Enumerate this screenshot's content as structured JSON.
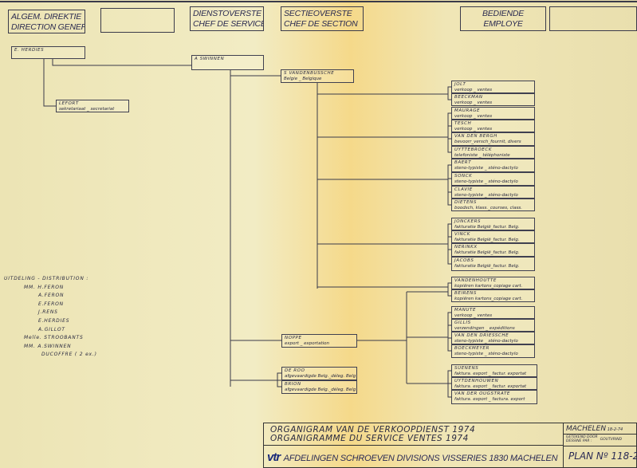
{
  "headers": {
    "direction": [
      "ALGEM. DIREKTIE",
      "DIRECTION GENER"
    ],
    "service": [
      "DIENSTOVERSTE",
      "CHEF DE SERVICE"
    ],
    "section": [
      "SECTIEOVERSTE",
      "CHEF DE SECTION"
    ],
    "employee": [
      "BEDIENDE",
      "EMPLOYE"
    ]
  },
  "people": [
    {
      "name": "E. HERDIES",
      "role": ""
    },
    {
      "name": "LEFORT",
      "role": "sekretariaat _ secretariat"
    },
    {
      "name": "A SWINNEN",
      "role": ""
    },
    {
      "name": "S VANDENBUSSCHE",
      "role": "Belgie _ Belgique"
    },
    {
      "name": "JOLT",
      "role": "verkoop _ ventes"
    },
    {
      "name": "BEECKMAN",
      "role": "verkoop _ ventes"
    },
    {
      "name": "MAURAGE",
      "role": "verkoop _ ventes"
    },
    {
      "name": "TESCH",
      "role": "verkoop _ ventes"
    },
    {
      "name": "VAN DEN BERGH",
      "role": "bevoorr_versch_fournit, divers"
    },
    {
      "name": "UYTTEBROECK",
      "role": "telefoniste _ téléphoniste"
    },
    {
      "name": "BAERT",
      "role": "steno-typiste _ sténo-dactylo"
    },
    {
      "name": "SONCK",
      "role": "steno-typiste _ sténo-dactylo"
    },
    {
      "name": "CLAVIE",
      "role": "steno-typiste _ sténo-dactylo"
    },
    {
      "name": "DIETENS",
      "role": "boodsch, klass._courses, class."
    },
    {
      "name": "JONCKERS",
      "role": "fakturatie België_factur. Belg."
    },
    {
      "name": "VINCK",
      "role": "fakturatie België_factur. Belg."
    },
    {
      "name": "NERINKX",
      "role": "fakturatie België_factur. Belg."
    },
    {
      "name": "JACOBS",
      "role": "fakturatie België_factur. Belg."
    },
    {
      "name": "VANDENHOUTTE",
      "role": "kopiëren kartons_copiage cart."
    },
    {
      "name": "BEIRENS",
      "role": "kopiëren kartons_copiage cart."
    },
    {
      "name": "NOPPE",
      "role": "export _ exportation"
    },
    {
      "name": "DE ROO",
      "role": "afgevaardigde Belg._déleg. Belg"
    },
    {
      "name": "BRION",
      "role": "afgevaardigde Belg._déleg. Belg"
    },
    {
      "name": "MANUTE",
      "role": "verkoop _ ventes"
    },
    {
      "name": "GILLIS",
      "role": "verzendingen _ expéditions"
    },
    {
      "name": "VAN DEN DRIESSCHE",
      "role": "steno-typiste _ sténo-dactylo"
    },
    {
      "name": "BOECKMEYER",
      "role": "steno-typiste _ sténo-dactylo"
    },
    {
      "name": "SUENENS",
      "role": "faktura. export _ factur. exportat"
    },
    {
      "name": "UYTDENHOUWEN",
      "role": "faktura. export _ factur. exportat"
    },
    {
      "name": "VAN DER OUGSTRATE",
      "role": "faktura. export _ factura. export"
    }
  ],
  "distribution": [
    "UITDELING - DISTRIBUTION :",
    "MM. H.FERON",
    "A.FERON",
    "E.FERON",
    "J.RENS",
    "E.HERDIES",
    "A.GILLOT",
    "Melle. STROOBANTS",
    "MM. A.SWINNEN",
    "DUCOFFRE      ( 2 ex.)"
  ],
  "title_block": {
    "title_nl": "ORGANIGRAM VAN DE VERKOOPDIENST 1974",
    "title_fr": "ORGANIGRAMME DU SERVICE VENTES 1974",
    "place": "MACHELEN",
    "date": "18-2-74",
    "drawn_by_label": "GETEKEND DOOR\nDESSINE PAR :",
    "drawn_by": "GOUTVRIND",
    "logo": "vtr",
    "company": "AFDELINGEN SCHROEVEN DIVISIONS VISSERIES 1830 MACHELEN",
    "plan": "PLAN Nº 118-2"
  }
}
